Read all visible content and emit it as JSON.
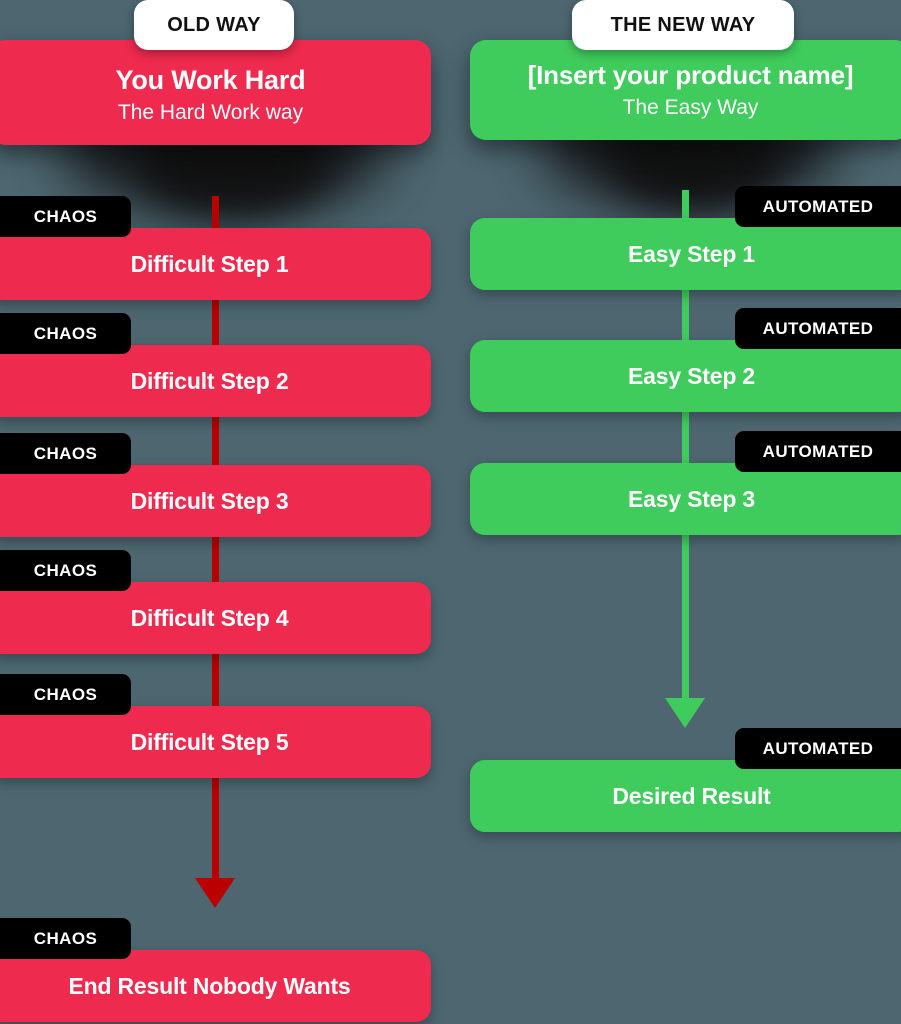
{
  "colors": {
    "background": "#4d6670",
    "red": "#ee2a4e",
    "red_connector": "#bb0000",
    "green": "#3fcc5c",
    "badge_bg": "#000000",
    "pill_bg": "#ffffff",
    "text_light": "#ffffff",
    "text_dark": "#111111"
  },
  "left_column": {
    "pill_label": "OLD WAY",
    "header": {
      "title": "You Work Hard",
      "subtitle": "The Hard Work way"
    },
    "badge_label": "CHAOS",
    "steps": [
      {
        "badge": "CHAOS",
        "label": "Difficult Step 1"
      },
      {
        "badge": "CHAOS",
        "label": "Difficult Step 2"
      },
      {
        "badge": "CHAOS",
        "label": "Difficult Step 3"
      },
      {
        "badge": "CHAOS",
        "label": "Difficult Step 4"
      },
      {
        "badge": "CHAOS",
        "label": "Difficult Step 5"
      }
    ],
    "result": {
      "badge": "CHAOS",
      "label": "End Result Nobody Wants"
    }
  },
  "right_column": {
    "pill_label": "THE NEW WAY",
    "header": {
      "title": "[Insert your product name]",
      "subtitle": "The Easy Way"
    },
    "badge_label": "AUTOMATED",
    "steps": [
      {
        "badge": "AUTOMATED",
        "label": "Easy Step 1"
      },
      {
        "badge": "AUTOMATED",
        "label": "Easy Step 2"
      },
      {
        "badge": "AUTOMATED",
        "label": "Easy Step 3"
      }
    ],
    "result": {
      "badge": "AUTOMATED",
      "label": "Desired Result"
    }
  },
  "chart_data": {
    "type": "diagram",
    "title": "Old Way vs The New Way comparison flow",
    "columns": [
      {
        "name": "OLD WAY",
        "accent": "#ee2a4e",
        "badge": "CHAOS",
        "node_count": 7,
        "nodes": [
          "You Work Hard",
          "Difficult Step 1",
          "Difficult Step 2",
          "Difficult Step 3",
          "Difficult Step 4",
          "Difficult Step 5",
          "End Result Nobody Wants"
        ]
      },
      {
        "name": "THE NEW WAY",
        "accent": "#3fcc5c",
        "badge": "AUTOMATED",
        "node_count": 5,
        "nodes": [
          "[Insert your product name]",
          "Easy Step 1",
          "Easy Step 2",
          "Easy Step 3",
          "Desired Result"
        ]
      }
    ]
  }
}
